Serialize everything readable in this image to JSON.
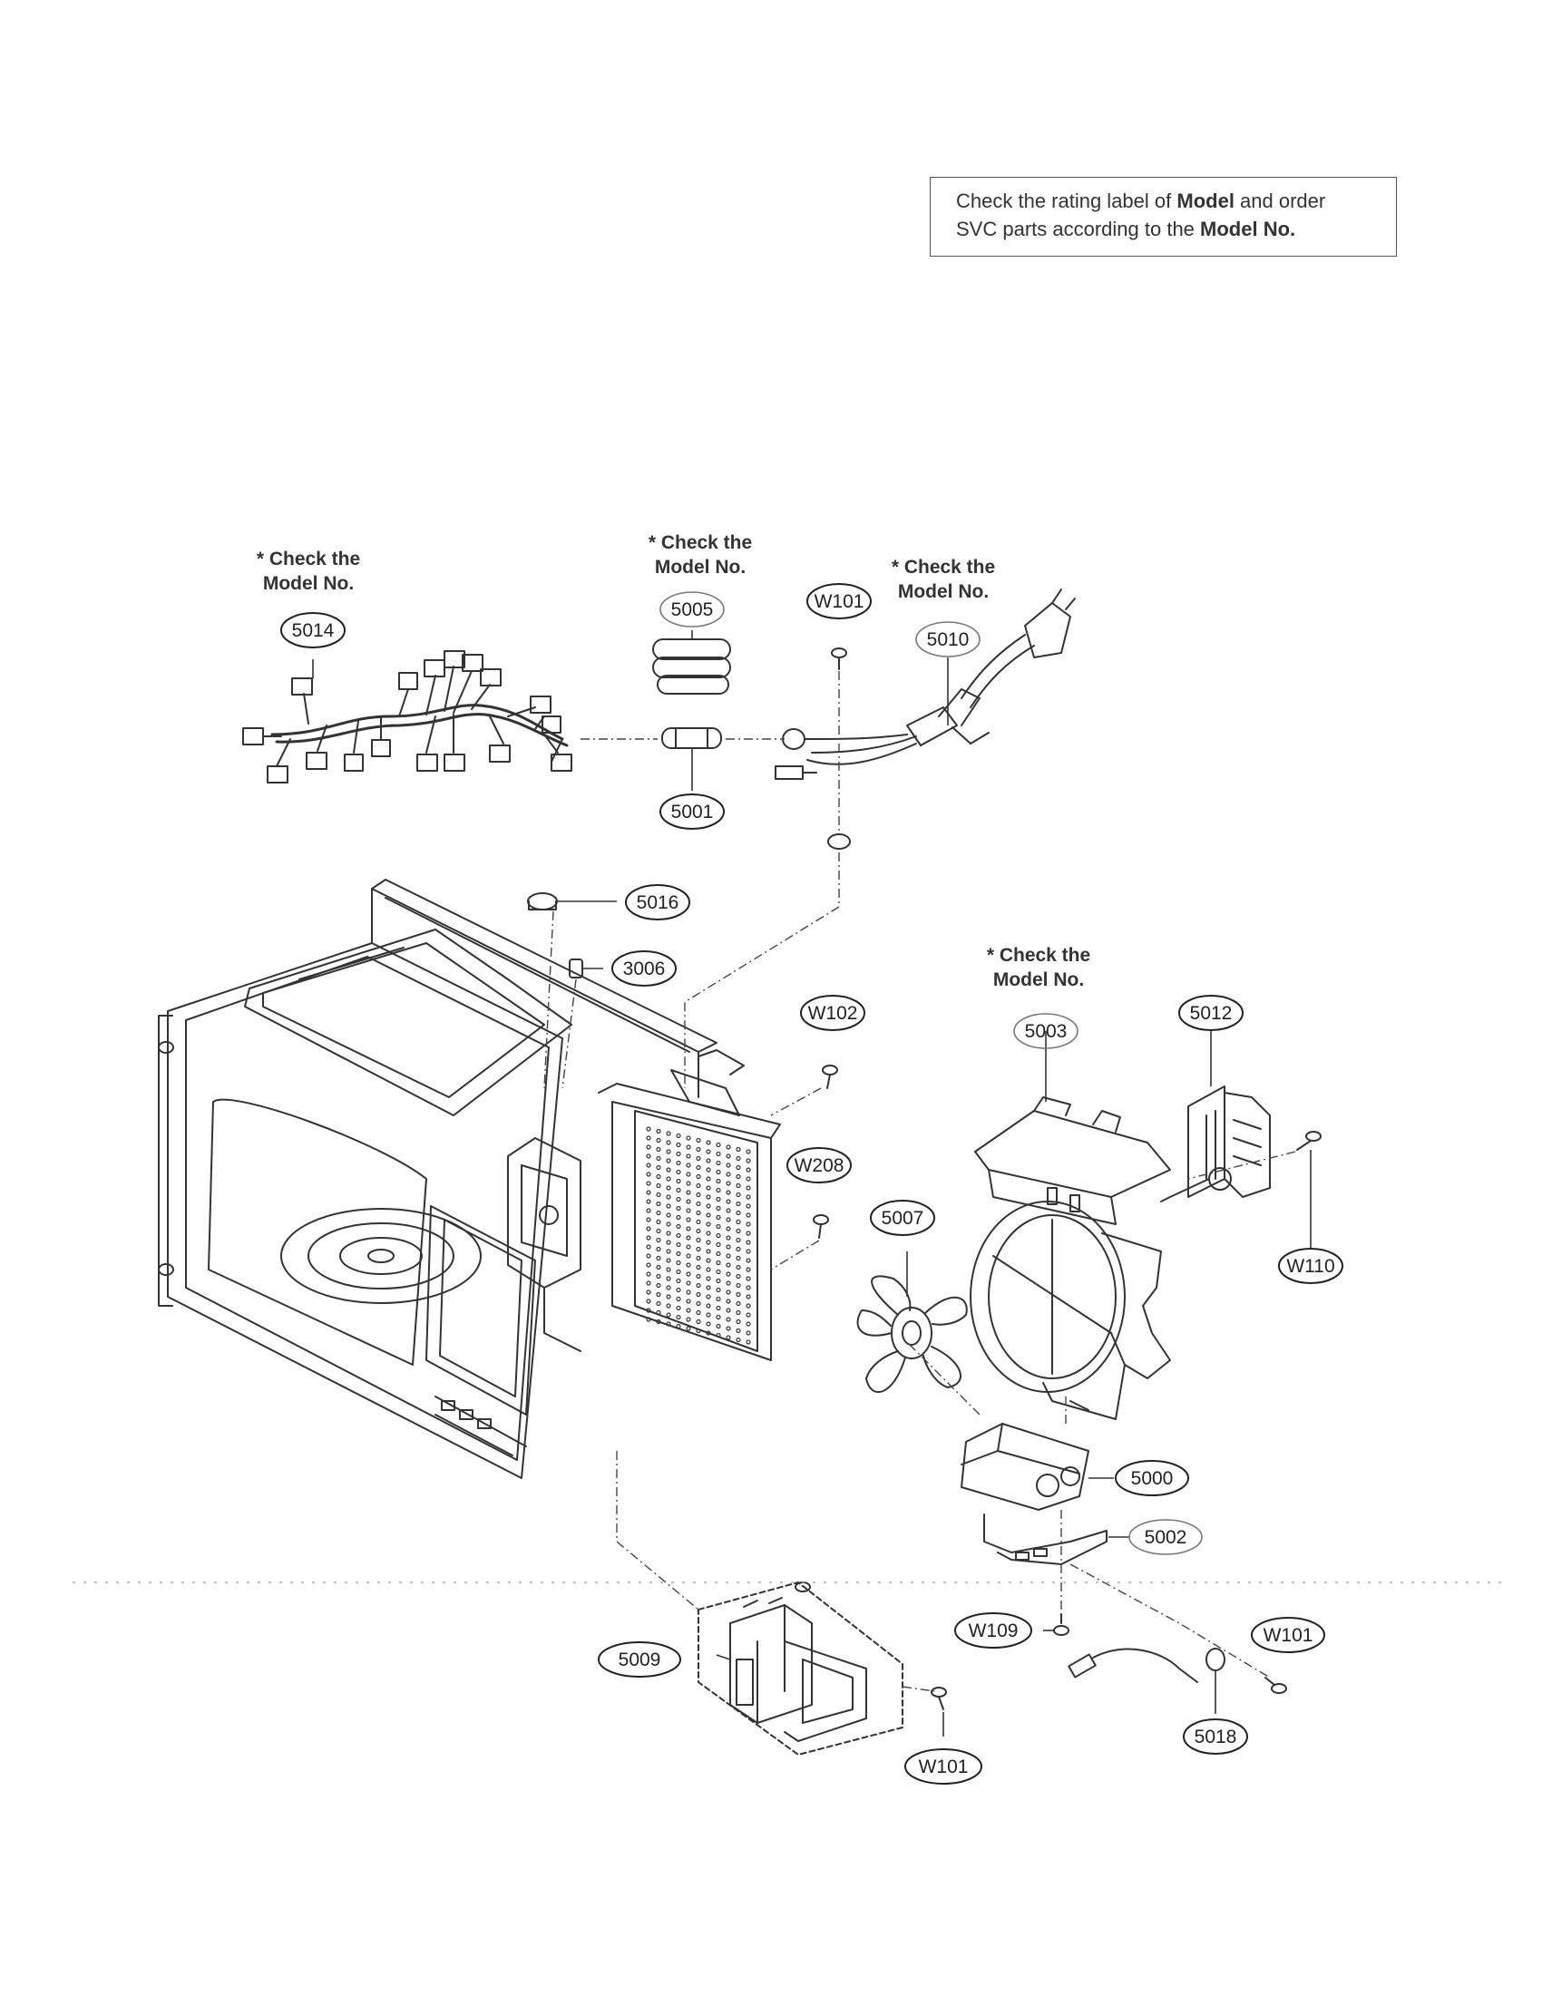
{
  "note": {
    "t1": "Check the rating label of ",
    "b1": "Model",
    "t2": " and order",
    "t3": "SVC parts according to the ",
    "b2": "Model No."
  },
  "check_notes": [
    {
      "line1": "* Check the",
      "line2": "Model No."
    },
    {
      "line1": "* Check the",
      "line2": "Model No."
    },
    {
      "line1": "* Check the",
      "line2": "Model No."
    },
    {
      "line1": "* Check the",
      "line2": "Model No."
    }
  ],
  "parts": {
    "p5014": "5014",
    "p5005": "5005",
    "p5001": "5001",
    "p5010": "5010",
    "w101a": "W101",
    "p5016": "5016",
    "p3006": "3006",
    "w102": "W102",
    "w208": "W208",
    "p5007": "5007",
    "p5003": "5003",
    "p5012": "5012",
    "w110": "W110",
    "p5000": "5000",
    "p5002": "5002",
    "w109": "W109",
    "w101b": "W101",
    "p5018": "5018",
    "p5009": "5009",
    "w101c": "W101"
  }
}
